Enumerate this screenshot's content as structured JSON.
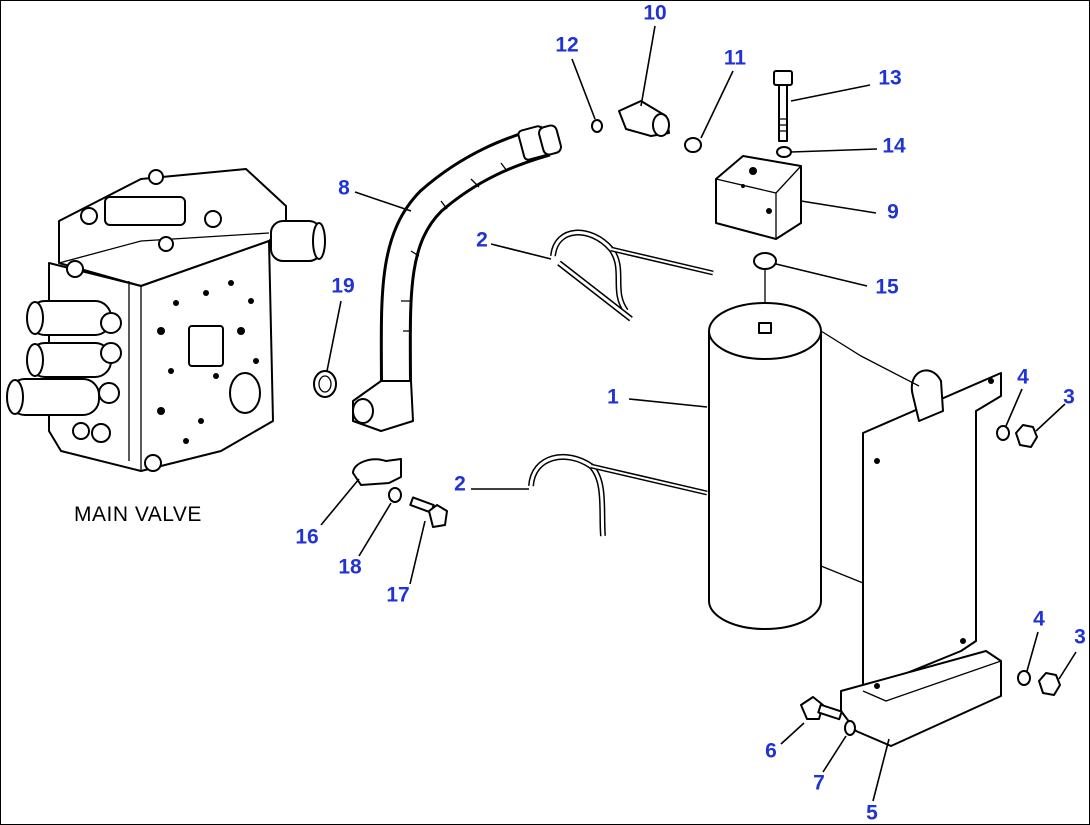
{
  "caption": "MAIN VALVE",
  "callouts": [
    "1",
    "2",
    "2",
    "3",
    "3",
    "4",
    "4",
    "5",
    "6",
    "7",
    "8",
    "9",
    "10",
    "11",
    "12",
    "13",
    "14",
    "15",
    "16",
    "17",
    "18",
    "19"
  ],
  "colors": {
    "callout": "#1f33d6",
    "line": "#000000",
    "background": "#ffffff"
  }
}
